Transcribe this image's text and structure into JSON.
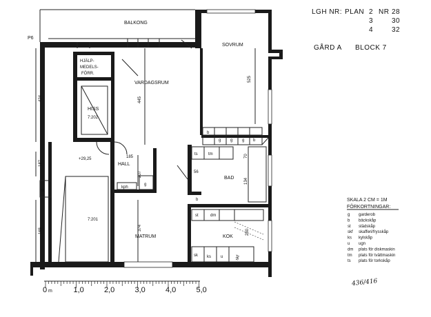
{
  "header": {
    "lgh_nr": "LGH NR:",
    "plan_label": "PLAN",
    "nr_label": "NR",
    "rows": [
      {
        "plan": "2",
        "nr": "28"
      },
      {
        "plan": "3",
        "nr": "30"
      },
      {
        "plan": "4",
        "nr": "32"
      }
    ],
    "gard": "GÅRD A",
    "block": "BLOCK 7"
  },
  "rooms": {
    "balkong": "BALKONG",
    "sovrum": "SOVRUM",
    "vardagsrum": "VARDAGSRUM",
    "hjalpmedel_1": "HJÄLP-",
    "hjalpmedel_2": "MEDELS-",
    "hjalpmedel_3": "FÖRR.",
    "hiss": "HISS",
    "hiss_code": "7:202",
    "hall": "HALL",
    "bad": "BAD",
    "kok": "KOK",
    "matrum": "MATRUM",
    "trapphus": "7:201",
    "level": "+29,25"
  },
  "dimensions": {
    "d424": "424",
    "d445": "445",
    "d525": "525",
    "d187": "187",
    "d185": "185",
    "d207": "207",
    "d165": "165",
    "d374": "374",
    "d56": "56",
    "d250": "250",
    "d70": "70",
    "d134": "134",
    "p6": "P6"
  },
  "fixtures": {
    "g": "g",
    "b": "b",
    "st": "st",
    "ts": "ts",
    "tm": "tm",
    "kph": "kph",
    "dm": "dm",
    "sk": "sk",
    "ks": "ks",
    "u": "u",
    "skf": "skf"
  },
  "legend": {
    "scale": "SKALA 2 CM = 1M",
    "heading": "FÖRKORTNINGAR:",
    "items": [
      {
        "abbr": "g",
        "text": "garderob"
      },
      {
        "abbr": "b",
        "text": "bäckskåp"
      },
      {
        "abbr": "st",
        "text": "städskåp"
      },
      {
        "abbr": "skf",
        "text": "skafferi/frysskåp"
      },
      {
        "abbr": "ks",
        "text": "kylskåp"
      },
      {
        "abbr": "u",
        "text": "ugn"
      },
      {
        "abbr": "dm",
        "text": "plats för diskmaskin"
      },
      {
        "abbr": "tm",
        "text": "plats för tvättmaskin"
      },
      {
        "abbr": "ts",
        "text": "plats för torkskåp"
      }
    ]
  },
  "scale_bar": {
    "labels": [
      "0",
      "1,0",
      "2,0",
      "3,0",
      "4,0",
      "5,0"
    ],
    "unit": "m"
  },
  "handwriting": "436/416"
}
